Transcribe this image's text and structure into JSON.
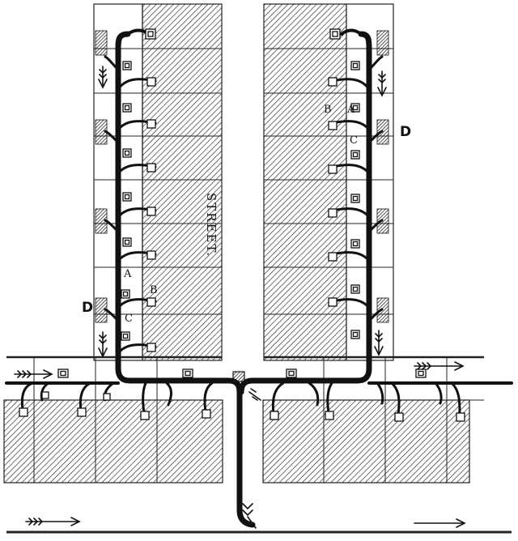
{
  "street_label": "STREET.",
  "labels": {
    "left_A": "A",
    "left_B": "B",
    "left_C": "C",
    "left_D": "D",
    "right_A": "A",
    "right_B": "B",
    "right_C": "C",
    "right_D": "D"
  },
  "colors": {
    "ink": "#111111",
    "paper": "#ffffff"
  }
}
